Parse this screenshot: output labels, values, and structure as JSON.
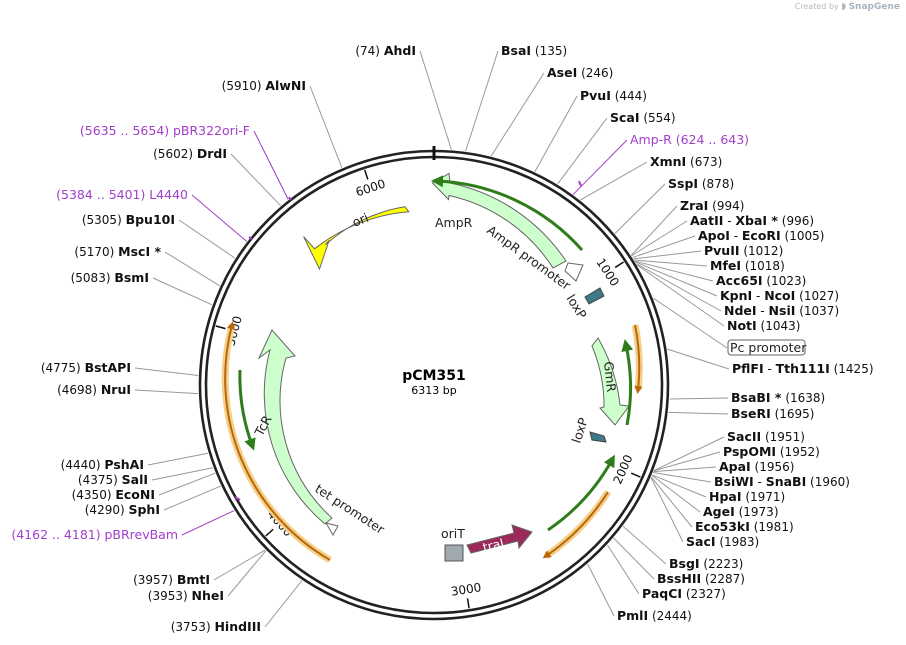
{
  "credit": {
    "prefix": "Created by",
    "brand": "SnapGene"
  },
  "plasmid": {
    "name": "pCM351",
    "length_label": "6313 bp",
    "length": 6313
  },
  "ticks": [
    {
      "label": "1000",
      "bp": 1000
    },
    {
      "label": "2000",
      "bp": 2000
    },
    {
      "label": "3000",
      "bp": 3000
    },
    {
      "label": "4000",
      "bp": 4000
    },
    {
      "label": "5000",
      "bp": 5000
    },
    {
      "label": "6000",
      "bp": 6000
    }
  ],
  "features": [
    {
      "name": "ori",
      "color": "#ffff00"
    },
    {
      "name": "AmpR",
      "color": "#ccffcc"
    },
    {
      "name": "AmpR promoter",
      "color": "#ffffff"
    },
    {
      "name": "loxP",
      "color": "#3c7a8a"
    },
    {
      "name": "GmR",
      "color": "#ccffcc"
    },
    {
      "name": "loxP",
      "color": "#3c7a8a"
    },
    {
      "name": "traJ",
      "color": "#9b2a5a"
    },
    {
      "name": "oriT",
      "color": "#a0a8b0"
    },
    {
      "name": "TcR",
      "color": "#ccffcc"
    },
    {
      "name": "tet promoter",
      "color": "#ffffff"
    }
  ],
  "labels": [
    {
      "pos": "(74)",
      "name": "AhdI"
    },
    {
      "name": "BsaI",
      "pos": "(135)"
    },
    {
      "name": "AseI",
      "pos": "(246)"
    },
    {
      "name": "PvuI",
      "pos": "(444)"
    },
    {
      "name": "ScaI",
      "pos": "(554)"
    },
    {
      "primer": "Amp-R",
      "pos": "(624 .. 643)"
    },
    {
      "name": "XmnI",
      "pos": "(673)"
    },
    {
      "name": "SspI",
      "pos": "(878)"
    },
    {
      "name": "ZraI",
      "pos": "(994)"
    },
    {
      "name": "AatII",
      "sep": "-",
      "name2": "XbaI *",
      "pos": "(996)"
    },
    {
      "name": "ApoI",
      "sep": "-",
      "name2": "EcoRI",
      "pos": "(1005)"
    },
    {
      "name": "PvuII",
      "pos": "(1012)"
    },
    {
      "name": "MfeI",
      "pos": "(1018)"
    },
    {
      "name": "Acc65I",
      "pos": "(1023)"
    },
    {
      "name": "KpnI",
      "sep": "-",
      "name2": "NcoI",
      "pos": "(1027)"
    },
    {
      "name": "NdeI",
      "sep": "-",
      "name2": "NsiI",
      "pos": "(1037)"
    },
    {
      "name": "NotI",
      "pos": "(1043)"
    },
    {
      "feature": "Pc promoter"
    },
    {
      "name": "PflFI",
      "sep": "-",
      "name2": "Tth111I",
      "pos": "(1425)"
    },
    {
      "name": "BsaBI *",
      "pos": "(1638)"
    },
    {
      "name": "BseRI",
      "pos": "(1695)"
    },
    {
      "name": "SacII",
      "pos": "(1951)"
    },
    {
      "name": "PspOMI",
      "pos": "(1952)"
    },
    {
      "name": "ApaI",
      "pos": "(1956)"
    },
    {
      "name": "BsiWI",
      "sep": "-",
      "name2": "SnaBI",
      "pos": "(1960)"
    },
    {
      "name": "HpaI",
      "pos": "(1971)"
    },
    {
      "name": "AgeI",
      "pos": "(1973)"
    },
    {
      "name": "Eco53kI",
      "pos": "(1981)"
    },
    {
      "name": "SacI",
      "pos": "(1983)"
    },
    {
      "name": "BsgI",
      "pos": "(2223)"
    },
    {
      "name": "BssHII",
      "pos": "(2287)"
    },
    {
      "name": "PaqCI",
      "pos": "(2327)"
    },
    {
      "name": "PmlI",
      "pos": "(2444)"
    },
    {
      "pos": "(3753)",
      "name": "HindIII"
    },
    {
      "pos": "(3953)",
      "name": "NheI"
    },
    {
      "pos": "(3957)",
      "name": "BmtI"
    },
    {
      "pos": "(4162 .. 4181)",
      "primer": "pBRrevBam"
    },
    {
      "pos": "(4290)",
      "name": "SphI"
    },
    {
      "pos": "(4350)",
      "name": "EcoNI"
    },
    {
      "pos": "(4375)",
      "name": "SalI"
    },
    {
      "pos": "(4440)",
      "name": "PshAI"
    },
    {
      "pos": "(4698)",
      "name": "NruI"
    },
    {
      "pos": "(4775)",
      "name": "BstAPI"
    },
    {
      "pos": "(5083)",
      "name": "BsmI"
    },
    {
      "pos": "(5170)",
      "name": "MscI *"
    },
    {
      "pos": "(5305)",
      "name": "Bpu10I"
    },
    {
      "pos": "(5384 .. 5401)",
      "primer": "L4440"
    },
    {
      "pos": "(5602)",
      "name": "DrdI"
    },
    {
      "pos": "(5635 .. 5654)",
      "primer": "pBR322ori-F"
    },
    {
      "pos": "(5910)",
      "name": "AlwNI"
    }
  ]
}
